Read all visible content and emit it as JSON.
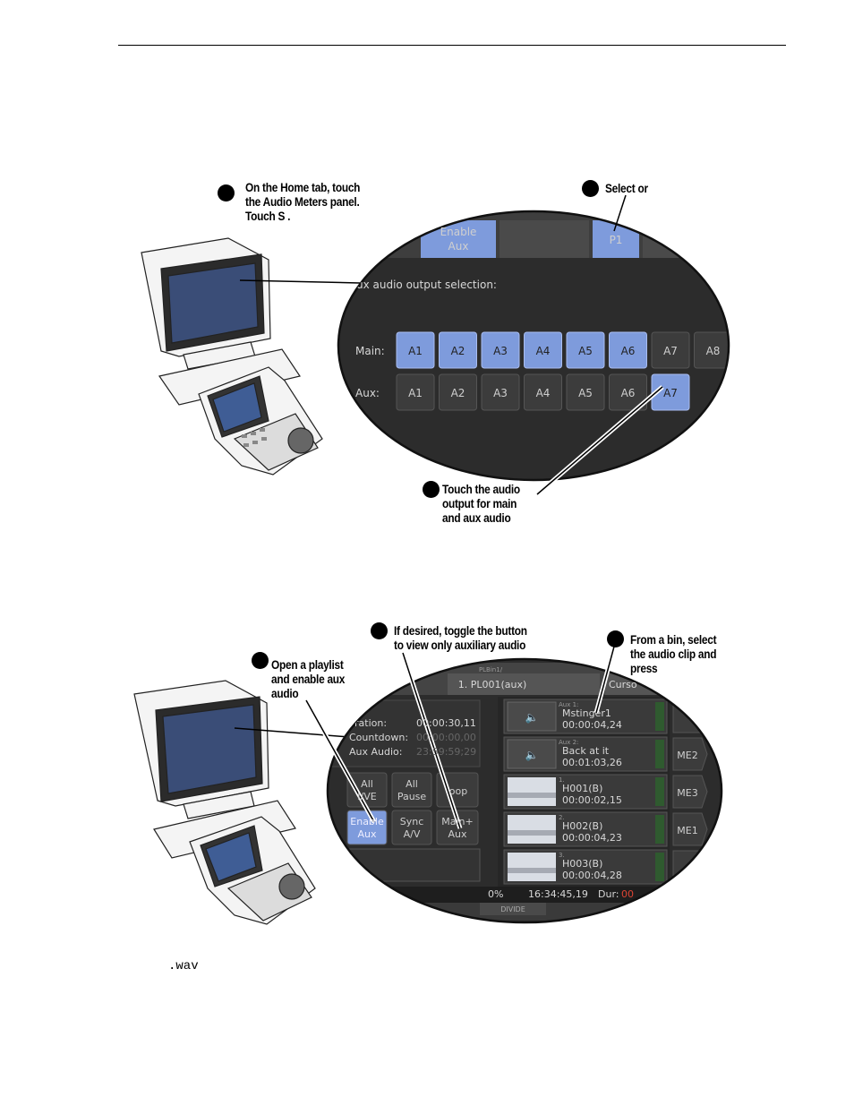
{
  "fig1": {
    "step1": {
      "l1": "On the Home tab, touch",
      "l2": "the Audio Meters panel.",
      "l3": "Touch S                 ."
    },
    "step2": {
      "text": "Select        or"
    },
    "step3": {
      "l1": "Touch the audio",
      "l2": "output for main",
      "l3": "and aux audio"
    },
    "panel": {
      "enable_aux": [
        "Enable",
        "Aux"
      ],
      "p1": "P1",
      "heading": "ux audio output selection:",
      "main_label": "Main:",
      "aux_label": "Aux:",
      "main_buttons": [
        {
          "label": "A1",
          "on": true
        },
        {
          "label": "A2",
          "on": true
        },
        {
          "label": "A3",
          "on": true
        },
        {
          "label": "A4",
          "on": true
        },
        {
          "label": "A5",
          "on": true
        },
        {
          "label": "A6",
          "on": true
        },
        {
          "label": "A7",
          "on": false
        },
        {
          "label": "A8",
          "on": false
        }
      ],
      "aux_buttons": [
        {
          "label": "A1",
          "on": false
        },
        {
          "label": "A2",
          "on": false
        },
        {
          "label": "A3",
          "on": false
        },
        {
          "label": "A4",
          "on": false
        },
        {
          "label": "A5",
          "on": false
        },
        {
          "label": "A6",
          "on": false
        },
        {
          "label": "A7",
          "on": true
        }
      ]
    }
  },
  "fig2": {
    "step1": {
      "l1": "Open a playlist",
      "l2": "and enable aux",
      "l3": "audio"
    },
    "step2": {
      "l1": "If desired, toggle the           button",
      "l2": "to view only auxiliary audio"
    },
    "step3": {
      "l1": "From a bin, select",
      "l2": "the audio clip and",
      "l3": "press"
    },
    "panel": {
      "bin_path": "PLBin1/",
      "playlist_name": "1. PL001(aux)",
      "cursor_tab": "Curso",
      "duration_label": "ration:",
      "duration_value": "00:00:30,11",
      "countdown_label": "Countdown:",
      "countdown_value": "00:00:00,00",
      "auxaudio_label": "Aux Audio:",
      "auxaudio_value": "23:59:59;29",
      "btn_all_ive": [
        "All",
        "I/VE"
      ],
      "btn_all_pause": [
        "All",
        "Pause"
      ],
      "btn_loop": "oop",
      "btn_enable_aux": [
        "Enable",
        "Aux"
      ],
      "btn_sync": [
        "Sync",
        "A/V"
      ],
      "btn_main_aux": [
        "Main+",
        "Aux"
      ],
      "clips": [
        {
          "index": "Aux 1:",
          "name": "Mstinger1",
          "time": "00:00:04,24",
          "kind": "audio"
        },
        {
          "index": "Aux 2:",
          "name": "Back at it",
          "time": "00:01:03,26",
          "kind": "audio"
        },
        {
          "index": "1.",
          "name": "H001(B)",
          "time": "00:00:02,15",
          "kind": "video"
        },
        {
          "index": "2.",
          "name": "H002(B)",
          "time": "00:00:04,23",
          "kind": "video"
        },
        {
          "index": "3.",
          "name": "H003(B)",
          "time": "00:00:04,28",
          "kind": "video"
        }
      ],
      "me_buttons": [
        "ME2",
        "ME3",
        "ME1"
      ],
      "status_percent": "0%",
      "status_time": "16:34:45,19",
      "status_dur_label": "Dur:",
      "status_dur_value": "00",
      "divide_label": "DIVIDE"
    }
  },
  "footer_text": ".wav",
  "colors": {
    "button_on": "#7e9bdc",
    "button_off": "#3c3c3c",
    "panel_bg": "#2e2e2e"
  }
}
